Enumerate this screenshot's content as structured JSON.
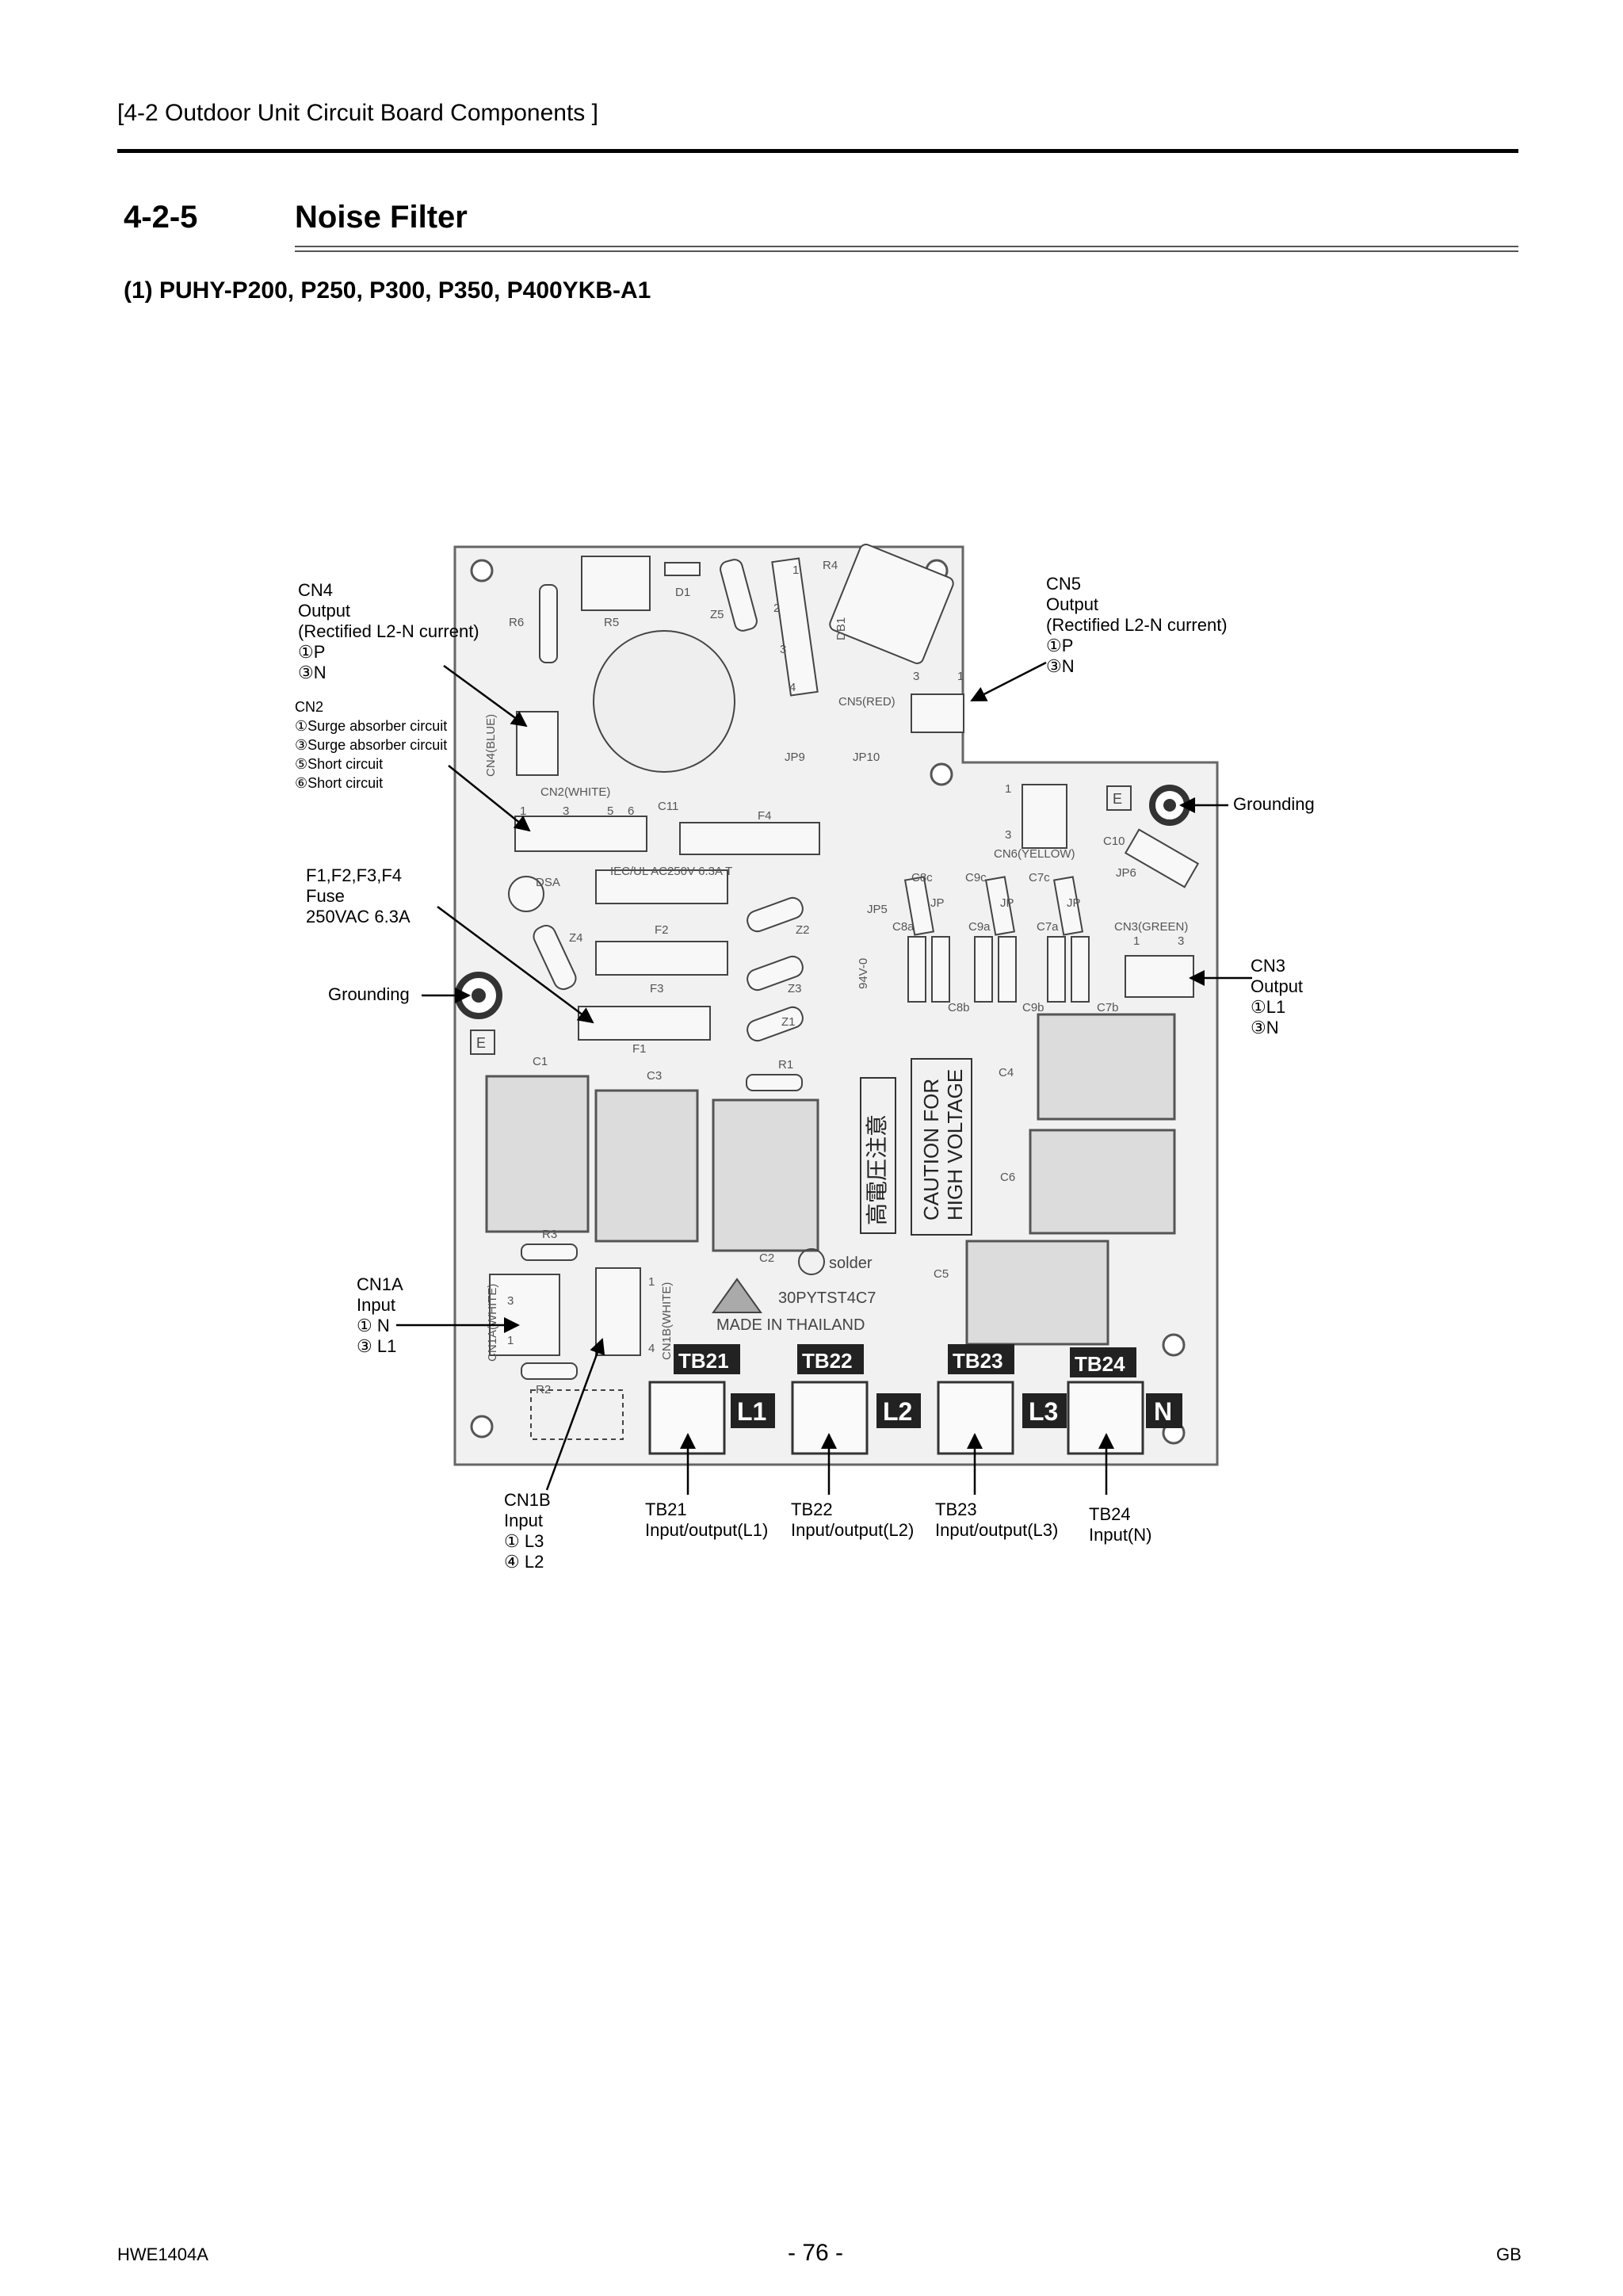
{
  "header": {
    "breadcrumb": "[4-2 Outdoor Unit Circuit Board Components ]"
  },
  "section": {
    "number": "4-2-5",
    "title": "Noise Filter"
  },
  "subsection": {
    "title": "(1) PUHY-P200, P250, P300, P350, P400YKB-A1"
  },
  "board": {
    "silkscreen": {
      "cn4": "CN4(BLUE)",
      "cn2": "CN2(WHITE)",
      "cn5": "CN5(RED)",
      "cn6": "CN6(YELLOW)",
      "cn3": "CN3(GREEN)",
      "cn1a": "CN1A(WHITE)",
      "cn1b": "CN1B(WHITE)",
      "fuse_rating": "IEC/UL AC250V 6.3A T",
      "caution": [
        "CAUTION FOR",
        "HIGH VOLTAGE"
      ],
      "model": "30PYTST4C7",
      "made_in": "MADE IN THAILAND",
      "solder": "solder",
      "rating": "94V-0",
      "kanji": "高電圧注意",
      "tb21": "TB21",
      "tb22": "TB22",
      "tb23": "TB23",
      "tb24": "TB24",
      "l1": "L1",
      "l2": "L2",
      "l3": "L3",
      "n": "N",
      "e": "E",
      "r6": "R6",
      "r5": "R5",
      "d1": "D1",
      "z5": "Z5",
      "r4": "R4",
      "db1": "DB1",
      "c11": "C11",
      "f4": "F4",
      "jp9": "JP9",
      "jp10": "JP10",
      "dsa": "DSA",
      "z4": "Z4",
      "f2": "F2",
      "f3": "F3",
      "f1": "F1",
      "z2": "Z2",
      "z3": "Z3",
      "z1": "Z1",
      "jp5": "JP5",
      "jp6": "JP6",
      "c1": "C1",
      "c3": "C3",
      "r1": "R1",
      "c4": "C4",
      "c6": "C6",
      "c2": "C2",
      "c5": "C5",
      "r3": "R3",
      "r2": "R2",
      "c10": "C10",
      "c8c": "C8c",
      "c9c": "C9c",
      "c7c": "C7c",
      "c8a": "C8a",
      "c9a": "C9a",
      "c7a": "C7a",
      "c8b": "C8b",
      "c9b": "C9b",
      "c7b": "C7b",
      "jp": "JP",
      "pin1": "1",
      "pin2": "2",
      "pin3": "3",
      "pin4": "4",
      "pin5": "5",
      "pin6": "6"
    }
  },
  "labels": {
    "cn4": {
      "name": "CN4",
      "role": "Output",
      "note": "(Rectified L2-N current)",
      "p1": "①P",
      "p3": "③N"
    },
    "cn2": {
      "name": "CN2",
      "p1": "①Surge absorber circuit",
      "p3": "③Surge absorber circuit",
      "p5": "⑤Short circuit",
      "p6": "⑥Short circuit"
    },
    "fuse": {
      "name": "F1,F2,F3,F4",
      "role": "Fuse",
      "rating": "250VAC 6.3A"
    },
    "grounding_left": "Grounding",
    "cn1a": {
      "name": "CN1A",
      "role": "Input",
      "p1": "① N",
      "p3": "③ L1"
    },
    "cn1b": {
      "name": "CN1B",
      "role": "Input",
      "p1": "① L3",
      "p4": "④ L2"
    },
    "cn5": {
      "name": "CN5",
      "role": "Output",
      "note": "(Rectified L2-N current)",
      "p1": "①P",
      "p3": "③N"
    },
    "grounding_right": "Grounding",
    "cn3": {
      "name": "CN3",
      "role": "Output",
      "p1": "①L1",
      "p3": "③N"
    },
    "tb21": {
      "name": "TB21",
      "role": "Input/output(L1)"
    },
    "tb22": {
      "name": "TB22",
      "role": "Input/output(L2)"
    },
    "tb23": {
      "name": "TB23",
      "role": "Input/output(L3)"
    },
    "tb24": {
      "name": "TB24",
      "role": "Input(N)"
    }
  },
  "footer": {
    "doc_code": "HWE1404A",
    "page": "- 76 -",
    "region": "GB"
  }
}
